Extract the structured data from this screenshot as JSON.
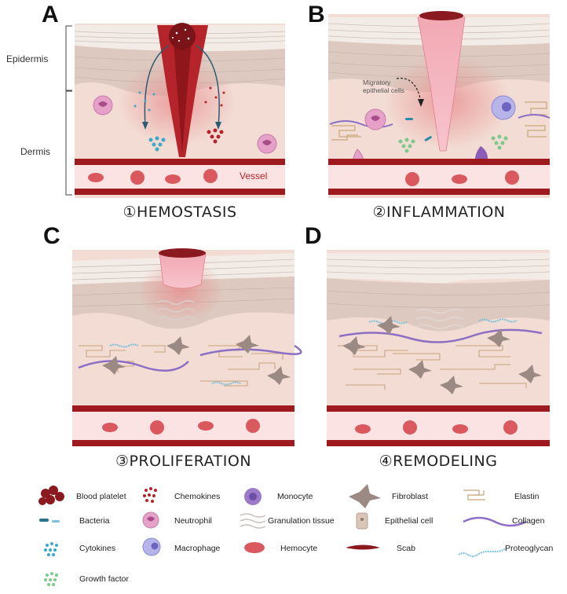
{
  "panels": {
    "a": {
      "letter": "A",
      "title": "①HEMOSTASIS",
      "vessel_label": "Vessel"
    },
    "b": {
      "letter": "B",
      "title": "②INFLAMMATION",
      "annotation": [
        "Migratory",
        "epithelial cells"
      ]
    },
    "c": {
      "letter": "C",
      "title": "③PROLIFERATION"
    },
    "d": {
      "letter": "D",
      "title": "④REMODELING"
    }
  },
  "layers": {
    "epidermis": "Epidermis",
    "dermis": "Dermis"
  },
  "legend": [
    {
      "icon": "blood-platelet-icon",
      "label": "Blood platelet"
    },
    {
      "icon": "chemokines-icon",
      "label": "Chemokines"
    },
    {
      "icon": "monocyte-icon",
      "label": "Monocyte"
    },
    {
      "icon": "fibroblast-icon",
      "label": "Fibroblast"
    },
    {
      "icon": "elastin-icon",
      "label": "Elastin"
    },
    {
      "icon": "bacteria-icon",
      "label": "Bacteria"
    },
    {
      "icon": "neutrophil-icon",
      "label": "Neutrophil"
    },
    {
      "icon": "granulation-tissue-icon",
      "label": "Granulation tissue"
    },
    {
      "icon": "epithelial-cell-icon",
      "label": "Epithelial cell"
    },
    {
      "icon": "collagen-icon",
      "label": "Collagen"
    },
    {
      "icon": "cytokines-icon",
      "label": "Cytokines"
    },
    {
      "icon": "macrophage-icon",
      "label": "Macrophage"
    },
    {
      "icon": "hemocyte-icon",
      "label": "Hemocyte"
    },
    {
      "icon": "scab-icon",
      "label": "Scab"
    },
    {
      "icon": "proteoglycan-icon",
      "label": "Proteoglycan"
    },
    {
      "icon": "growth-factor-icon",
      "label": "Growth factor"
    }
  ],
  "colors": {
    "dermis": "#f2dcd4",
    "epidermis": "#ddc9c0",
    "stratum": "#f3ece6",
    "blood": "#b5242a",
    "vessel_wall": "#9e1a1f",
    "vessel_lumen": "#fbe3e3",
    "hemocyte": "#d9595e",
    "collagen": "#8c6fc4",
    "elastin": "#c9a57c",
    "proteoglycan": "#79c2d9",
    "growth": "#7ec98c",
    "cytokine": "#3fa7c9"
  }
}
